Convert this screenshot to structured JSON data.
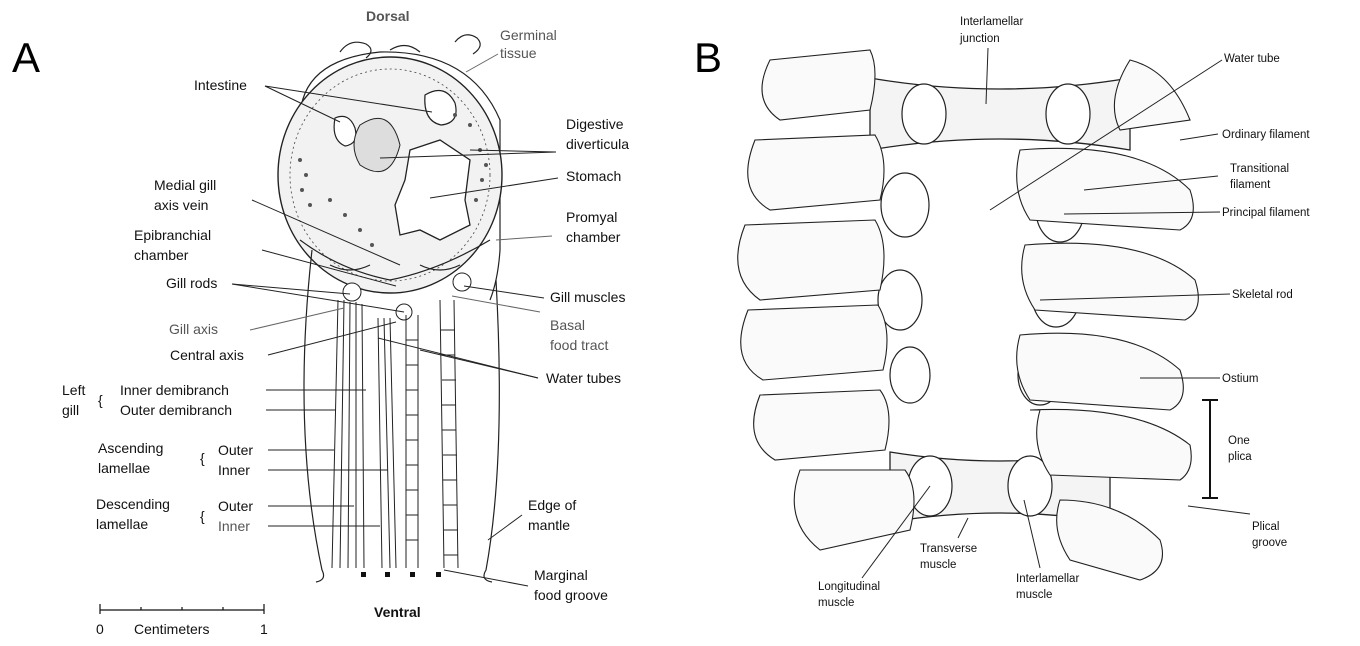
{
  "panel_a": {
    "letter": "A",
    "orientation": {
      "top": "Dorsal",
      "bottom": "Ventral"
    },
    "labels": {
      "germinal_tissue": [
        "Germinal",
        "tissue"
      ],
      "intestine": "Intestine",
      "digestive_diverticula": [
        "Digestive",
        "diverticula"
      ],
      "stomach": "Stomach",
      "medial_gill_axis_vein": [
        "Medial gill",
        "axis vein"
      ],
      "promyal_chamber": [
        "Promyal",
        "chamber"
      ],
      "epibranchial_chamber": [
        "Epibranchial",
        "chamber"
      ],
      "gill_rods": "Gill rods",
      "gill_muscles": "Gill muscles",
      "gill_axis": "Gill axis",
      "basal_food_tract": [
        "Basal",
        "food tract"
      ],
      "central_axis": "Central axis",
      "water_tubes": "Water tubes",
      "left_gill": [
        "Left",
        "gill"
      ],
      "inner_demibranch": "Inner demibranch",
      "outer_demibranch": "Outer demibranch",
      "ascending_lamellae": [
        "Ascending",
        "lamellae"
      ],
      "descending_lamellae": [
        "Descending",
        "lamellae"
      ],
      "outer": "Outer",
      "inner": "Inner",
      "edge_of_mantle": [
        "Edge of",
        "mantle"
      ],
      "marginal_food_groove": [
        "Marginal",
        "food groove"
      ]
    },
    "scale_bar": {
      "start": "0",
      "unit": "Centimeters",
      "end": "1"
    }
  },
  "panel_b": {
    "letter": "B",
    "labels": {
      "interlamellar_junction": [
        "Interlamellar",
        "junction"
      ],
      "water_tube": "Water tube",
      "ordinary_filament": "Ordinary filament",
      "transitional_filament": [
        "Transitional",
        "filament"
      ],
      "principal_filament": "Principal filament",
      "skeletal_rod": "Skeletal rod",
      "ostium": "Ostium",
      "one_plica": [
        "One",
        "plica"
      ],
      "plical_groove": [
        "Plical",
        "groove"
      ],
      "transverse_muscle": [
        "Transverse",
        "muscle"
      ],
      "interlamellar_muscle": [
        "Interlamellar",
        "muscle"
      ],
      "longitudinal_muscle": [
        "Longitudinal",
        "muscle"
      ]
    }
  }
}
